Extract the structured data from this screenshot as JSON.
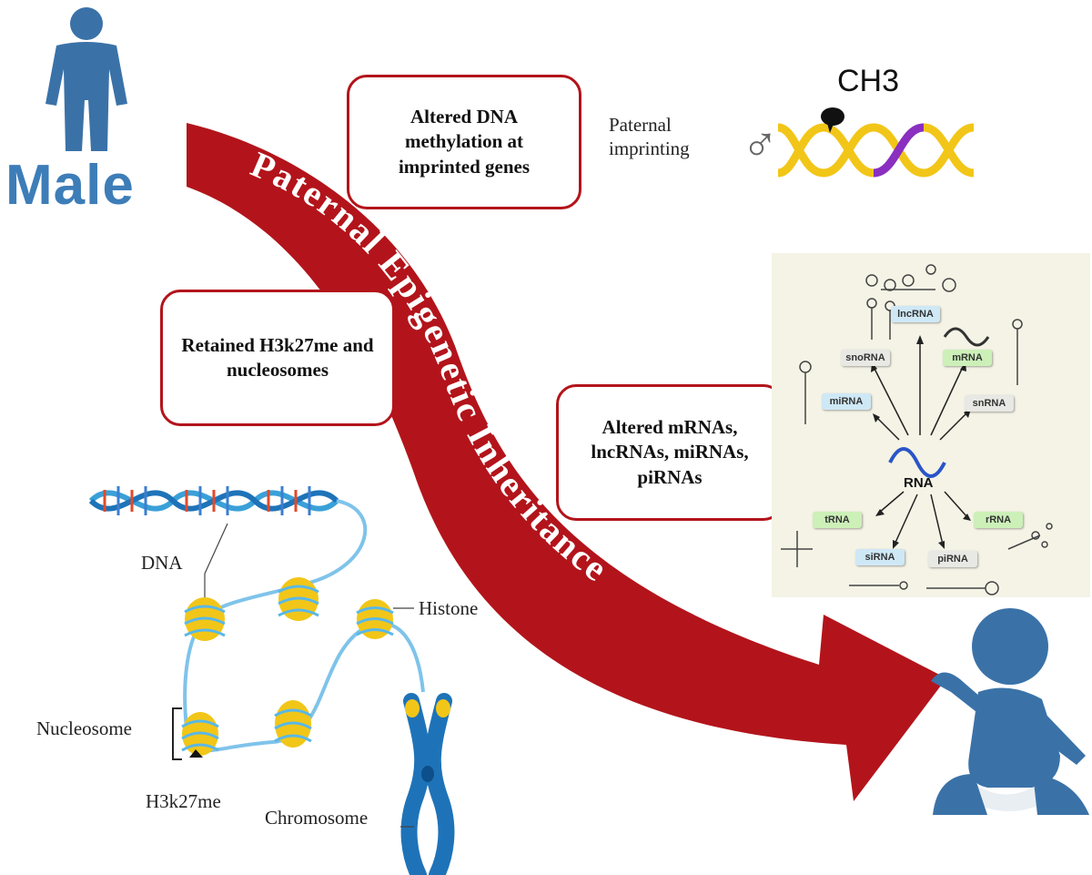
{
  "left_label": "Male",
  "arrow_text": "Paternal Epigenetic Inheritance",
  "boxes": {
    "methylation": "Altered DNA methylation at imprinted genes",
    "h3k27me": "Retained H3k27me and nucleosomes",
    "rnas": "Altered mRNAs, lncRNAs, miRNAs, piRNAs"
  },
  "imprinting": {
    "label": "Paternal imprinting",
    "methyl_group": "CH3",
    "male_symbol": "♂"
  },
  "rna_panel": {
    "center": "RNA",
    "types": [
      "lncRNA",
      "snoRNA",
      "mRNA",
      "miRNA",
      "snRNA",
      "tRNA",
      "rRNA",
      "siRNA",
      "piRNA"
    ]
  },
  "chromatin_labels": {
    "dna": "DNA",
    "histone": "Histone",
    "nucleosome": "Nucleosome",
    "h3k27me": "H3k27me",
    "chromosome": "Chromosome"
  },
  "colors": {
    "arrow": "#b3141b",
    "figure_blue": "#3a72a8",
    "dna_yellow": "#f2c618",
    "dna_purple": "#8a2fc0"
  }
}
